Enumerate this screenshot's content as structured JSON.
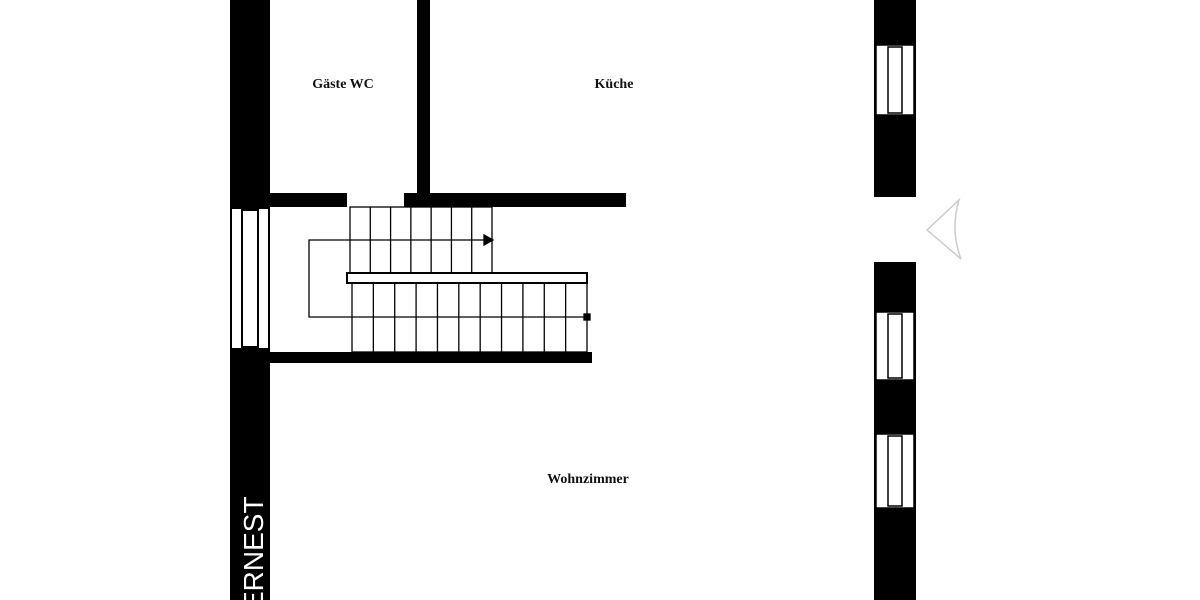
{
  "rooms": {
    "guest_wc": "Gäste WC",
    "kitchen": "Küche",
    "living_room": "Wohnzimmer"
  },
  "wall_text": "ERNEST",
  "colors": {
    "wall": "#000000",
    "background": "#ffffff",
    "marker": "#cccccc"
  },
  "icons": {
    "view_marker": "triangle-direction-icon",
    "stair_arrow": "arrow-right-icon"
  }
}
